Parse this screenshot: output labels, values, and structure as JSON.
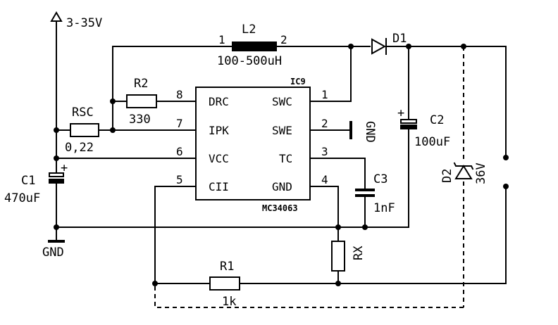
{
  "supply": {
    "label": "3-35V"
  },
  "ground": {
    "label": "GND"
  },
  "components": {
    "L2": {
      "name": "L2",
      "value": "100-500uH",
      "pin1": "1",
      "pin2": "2"
    },
    "D1": {
      "name": "D1"
    },
    "R2": {
      "name": "R2",
      "value": "330"
    },
    "RSC": {
      "name": "RSC",
      "value": "0,22"
    },
    "C1": {
      "name": "C1",
      "value": "470uF",
      "polarity": "+"
    },
    "C2": {
      "name": "C2",
      "value": "100uF",
      "polarity": "+"
    },
    "C3": {
      "name": "C3",
      "value": "1nF"
    },
    "D2": {
      "name": "D2",
      "value": "36V"
    },
    "RX": {
      "name": "RX"
    },
    "R1": {
      "name": "R1",
      "value": "1k"
    }
  },
  "ic": {
    "ref": "IC9",
    "part": "MC34063",
    "pins_left": [
      {
        "num": "8",
        "name": "DRC"
      },
      {
        "num": "7",
        "name": "IPK"
      },
      {
        "num": "6",
        "name": "VCC"
      },
      {
        "num": "5",
        "name": "CII"
      }
    ],
    "pins_right": [
      {
        "num": "1",
        "name": "SWC"
      },
      {
        "num": "2",
        "name": "SWE"
      },
      {
        "num": "3",
        "name": "TC"
      },
      {
        "num": "4",
        "name": "GND"
      }
    ],
    "swe_ground": "GND"
  }
}
